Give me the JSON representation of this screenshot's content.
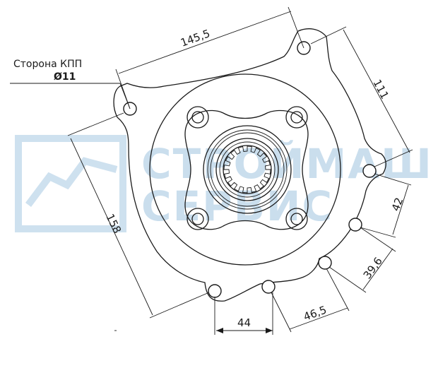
{
  "side_note": {
    "label": "Сторона КПП",
    "diameter": "Ø11"
  },
  "dimensions": {
    "top_span": "145,5",
    "right_span": "111",
    "left_span": "158",
    "right_lower": "42",
    "right_bottom": "39,6",
    "bottom_right": "46,5",
    "bottom_left": "44"
  },
  "watermark": {
    "line1": "СТРОЙМАШ",
    "line2": "СЕРВИС"
  },
  "colors": {
    "line": "#1a1a1a",
    "watermark": "#9fc4e0"
  }
}
